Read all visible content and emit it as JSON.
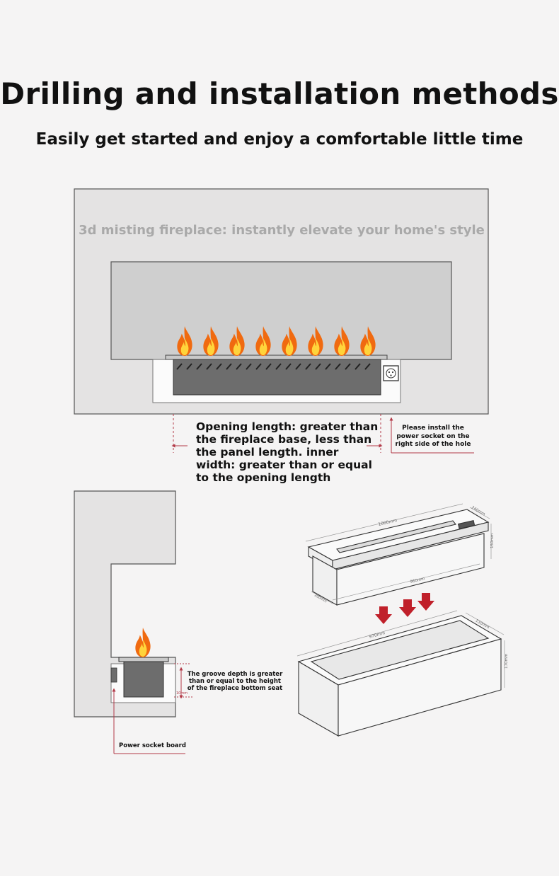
{
  "header": {
    "title": "Drilling and installation methods",
    "subtitle": "Easily get started and enjoy a comfortable little time"
  },
  "panel": {
    "overlay_text": "3d misting fireplace: instantly elevate your home's style"
  },
  "notes": {
    "opening": "Opening length: greater than the fireplace base, less than the panel length. inner width: greater than or equal to the opening length",
    "socket": "Please install the power socket on the right side of the hole",
    "groove": "The groove depth is greater than or equal to the height of the fireplace bottom seat",
    "board": "Power socket board"
  },
  "dimensions": {
    "top_length": "1000mm",
    "top_width": "240mm",
    "top_height": "150mm",
    "top_inner": "960mm",
    "top_base": "200mm",
    "bottom_length": "970mm",
    "bottom_width": "210mm",
    "bottom_height": "170mm",
    "groove": "10mm"
  },
  "colors": {
    "flame_outer": "#f06a10",
    "flame_inner": "#ffd43b",
    "arrow_red": "#c0202a",
    "leader_red": "#b23a48",
    "panel_gray": "#e4e3e3",
    "opening_gray": "#cfcfcf",
    "box_dark": "#6d6d6d"
  }
}
